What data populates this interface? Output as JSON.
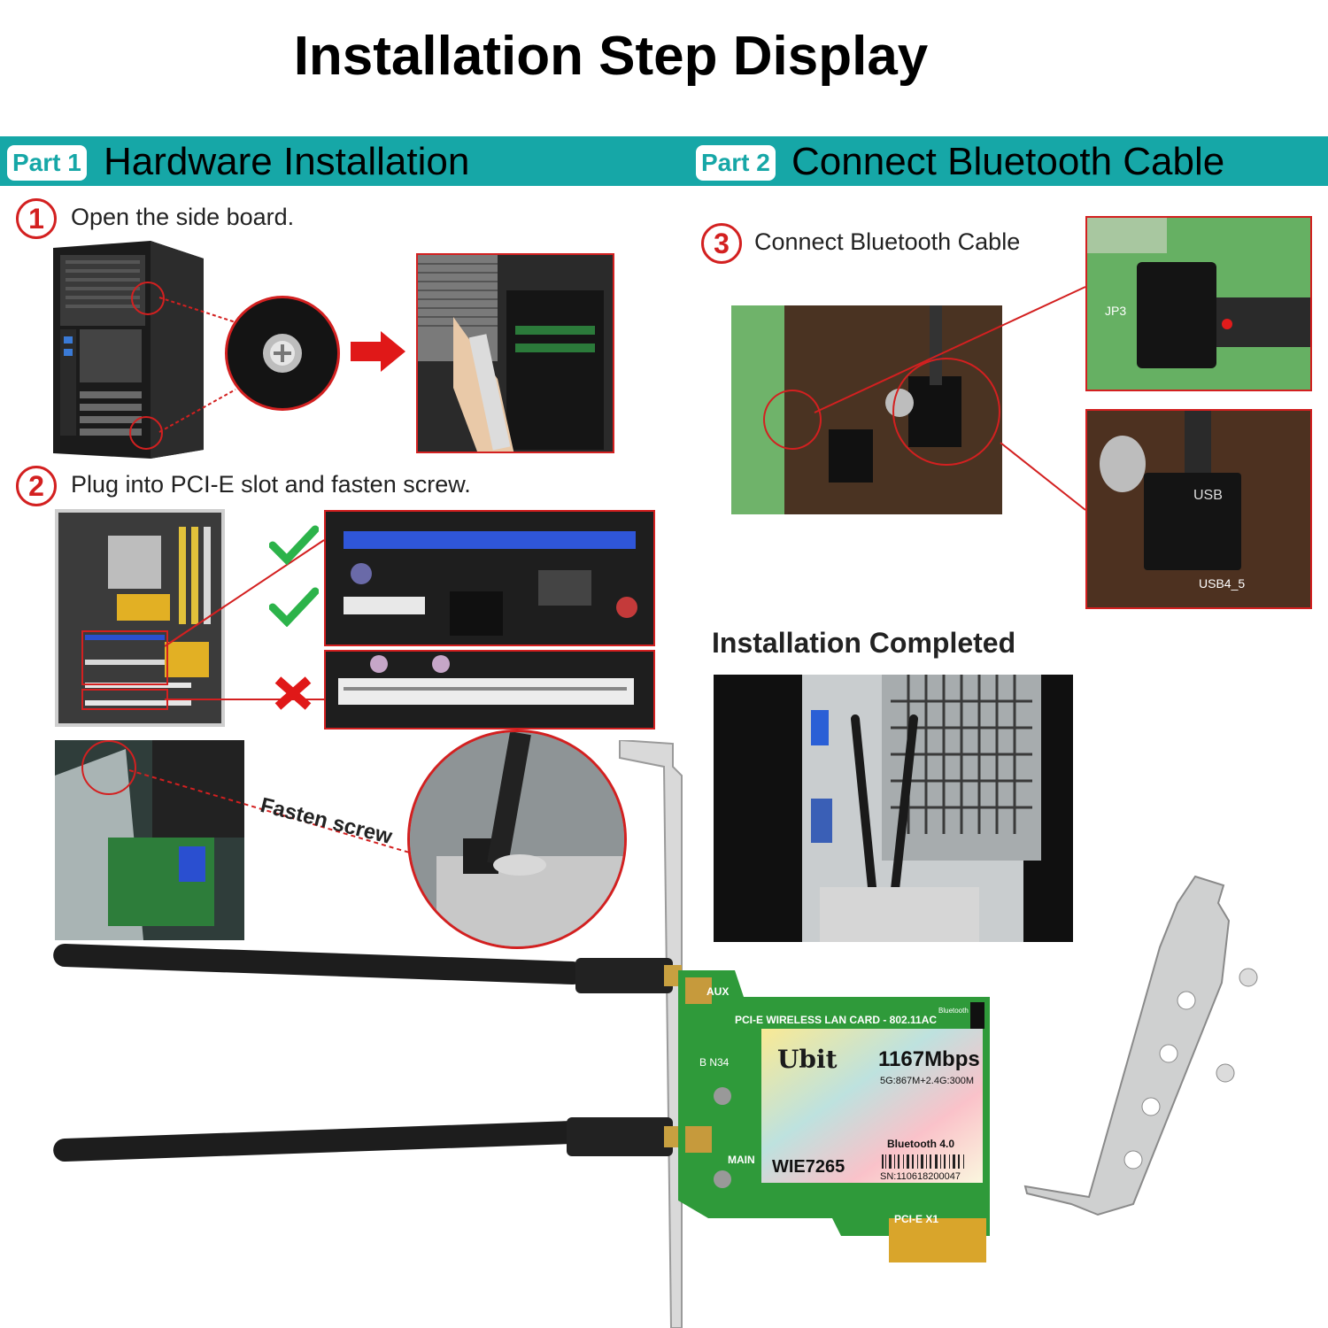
{
  "title": "Installation Step Display",
  "part1": {
    "badge": "Part 1",
    "title": "Hardware Installation"
  },
  "part2": {
    "badge": "Part 2",
    "title": "Connect Bluetooth Cable"
  },
  "steps": [
    {
      "num": "1",
      "text": "Open the side board."
    },
    {
      "num": "2",
      "text": "Plug into PCI-E slot and fasten screw."
    },
    {
      "num": "3",
      "text": "Connect Bluetooth Cable"
    }
  ],
  "fasten_label": "Fasten screw",
  "completed_label": "Installation Completed",
  "card": {
    "aux": "AUX",
    "main": "MAIN",
    "header": "PCI-E  WIRELESS LAN CARD - 802.11AC",
    "bluetooth_pins": "Bluetooth",
    "brand": "Ubit",
    "speed": "1167Mbps",
    "bands": "5G:867M+2.4G:300M",
    "bt_version": "Bluetooth 4.0",
    "model": "WIE7265",
    "serial": "SN:110618200047",
    "slot": "PCI-E X1",
    "board_mark": "B N34"
  },
  "header_labels": {
    "usb": "USB",
    "usb_pin": "USB4_5",
    "jp": "JP3"
  },
  "colors": {
    "accent": "#16a7a7",
    "marker": "#d32020",
    "check": "#2cb34a",
    "pcb": "#2f9a3a"
  }
}
